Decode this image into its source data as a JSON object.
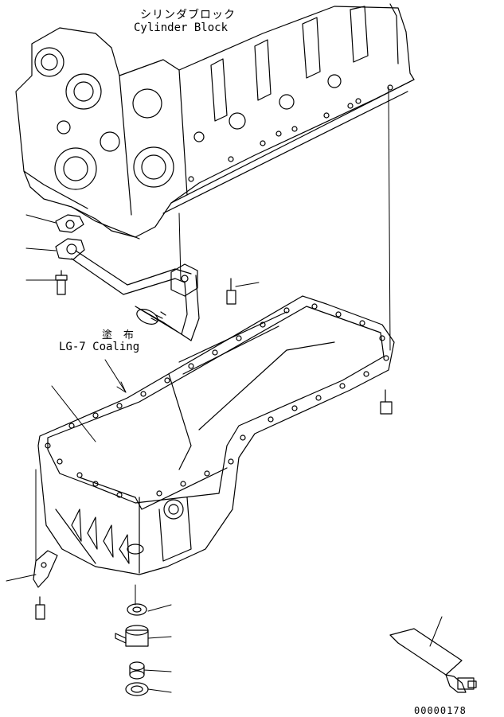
{
  "labels": {
    "block_jp": "シリンダブロック",
    "block_en": "Cylinder Block",
    "coating_jp": "塗 布",
    "coating_en": "LG-7 Coaling",
    "figure_code": "00000178"
  },
  "colors": {
    "line": "#000000",
    "background": "#ffffff"
  }
}
